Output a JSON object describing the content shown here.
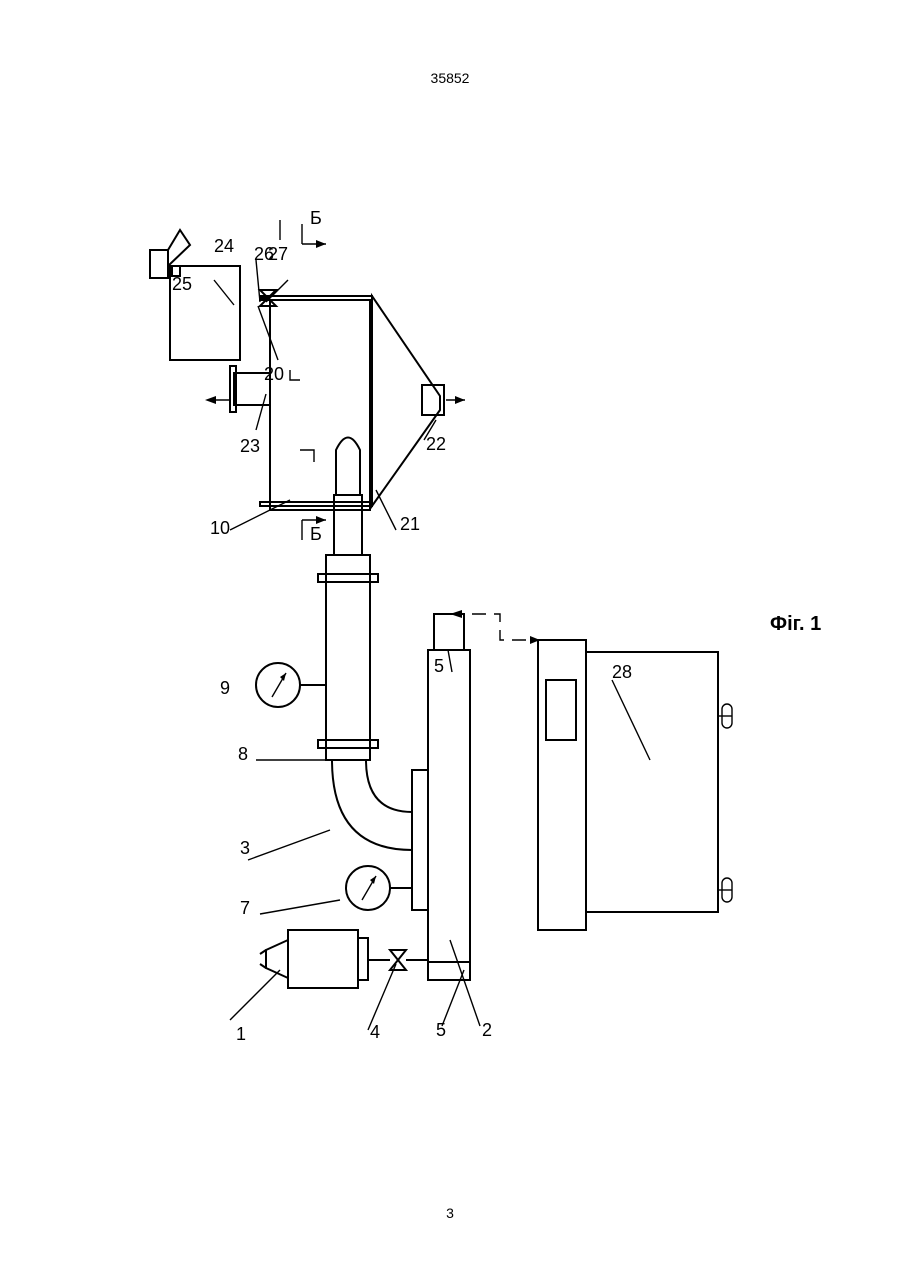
{
  "header": {
    "doc_number": "35852"
  },
  "footer": {
    "page_number": "3"
  },
  "figure": {
    "caption": "Фіг. 1",
    "section_mark": "Б",
    "labels": {
      "l1": "1",
      "l2": "2",
      "l3": "3",
      "l4": "4",
      "l5a": "5",
      "l5b": "5",
      "l7": "7",
      "l8": "8",
      "l9": "9",
      "l10": "10",
      "l20": "20",
      "l21": "21",
      "l22": "22",
      "l23": "23",
      "l24": "24",
      "l25": "25",
      "l26": "26",
      "l27": "27",
      "l28": "28"
    }
  }
}
